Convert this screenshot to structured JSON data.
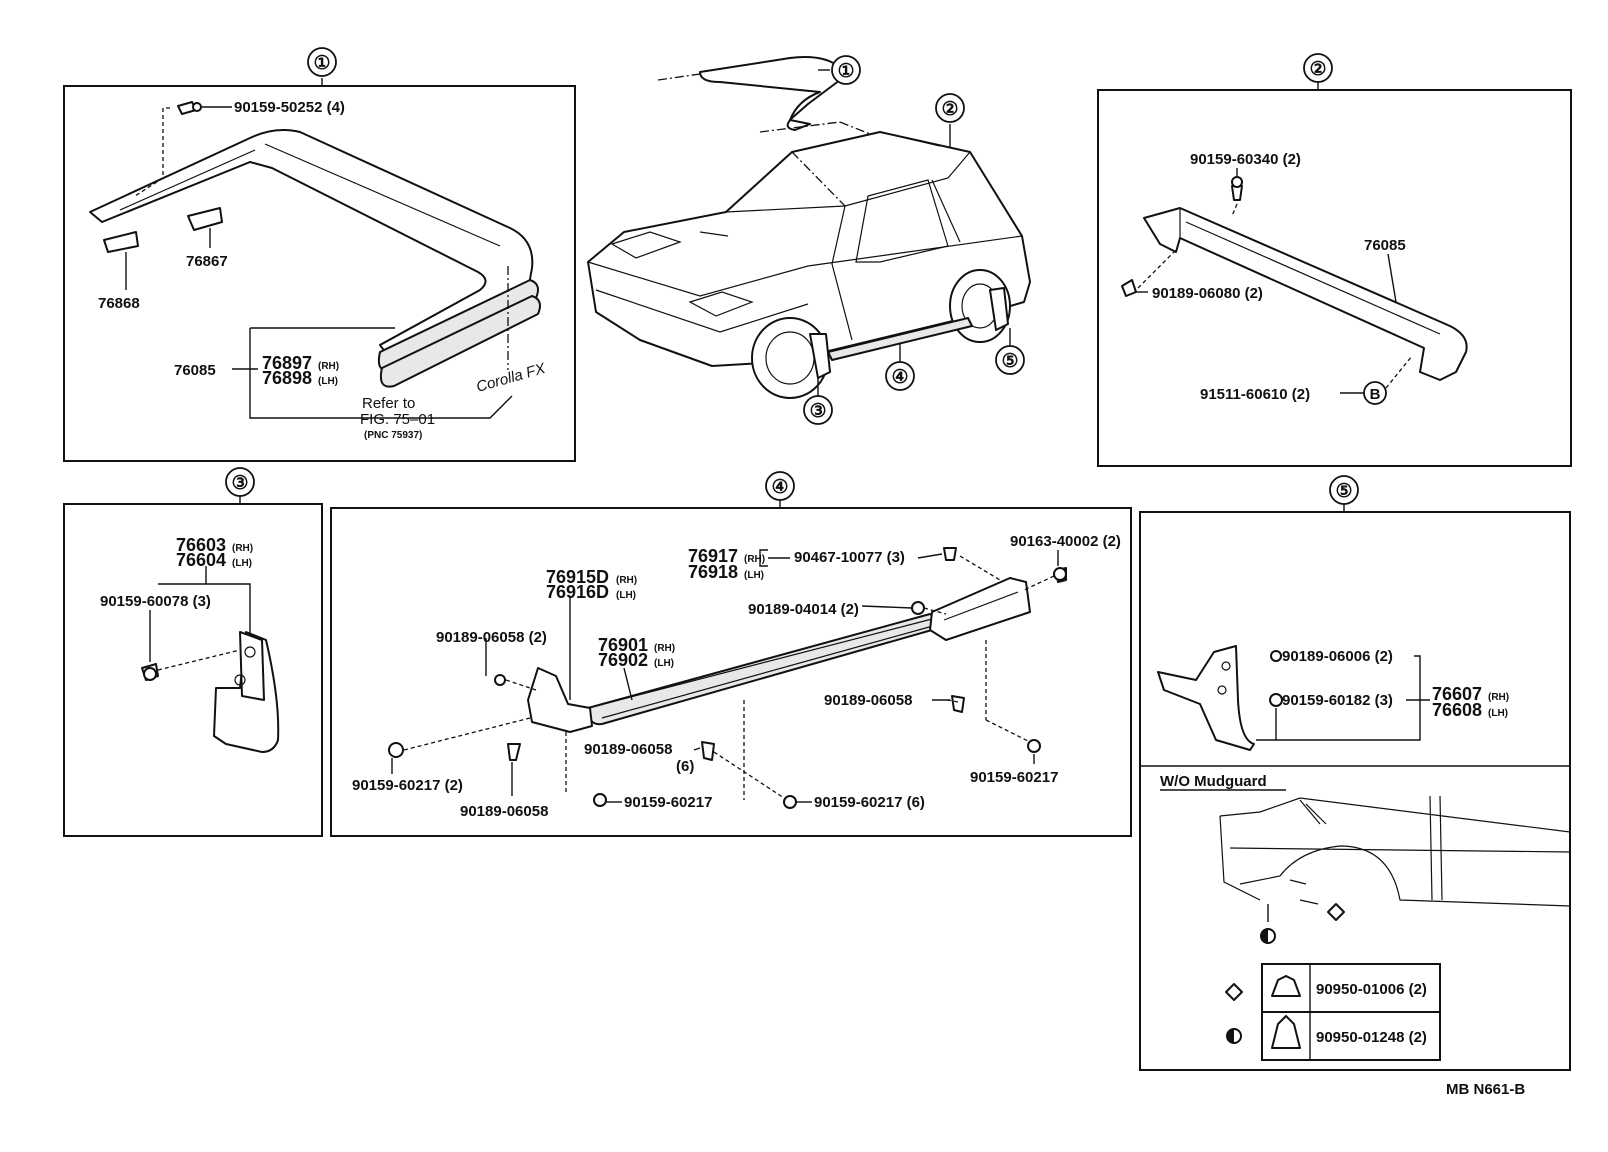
{
  "diagram": {
    "callouts": [
      "①",
      "②",
      "③",
      "④",
      "⑤"
    ],
    "b_marker": "B",
    "section1": {
      "p1": "90159-50252 (4)",
      "p2": "76867",
      "p3": "76868",
      "p4": "76085",
      "p5a": "76897",
      "p5a_side": "(RH)",
      "p5b": "76898",
      "p5b_side": "(LH)",
      "refer1": "Refer to",
      "refer2": "FIG. 75–01",
      "refer3": "(PNC 75937)",
      "emblem": "Corolla FX"
    },
    "section2": {
      "p1": "90159-60340 (2)",
      "p2": "76085",
      "p3": "90189-06080 (2)",
      "p4": "91511-60610 (2)"
    },
    "section3": {
      "p1a": "76603",
      "p1a_side": "(RH)",
      "p1b": "76604",
      "p1b_side": "(LH)",
      "p2": "90159-60078 (3)"
    },
    "section4": {
      "a1": "76917",
      "a1_side": "(RH)",
      "a2": "76918",
      "a2_side": "(LH)",
      "b": "90467-10077 (3)",
      "c": "90163-40002 (2)",
      "d1": "76915D",
      "d1_side": "(RH)",
      "d2": "76916D",
      "d2_side": "(LH)",
      "e": "90189-04014 (2)",
      "f": "90189-06058 (2)",
      "g1": "76901",
      "g1_side": "(RH)",
      "g2": "76902",
      "g2_side": "(LH)",
      "h": "90189-06058",
      "i": "90189-06058",
      "i2": "(6)",
      "j": "90159-60217 (2)",
      "k": "90159-60217",
      "l": "90159-60217 (6)",
      "m": "90189-06058",
      "n": "90159-60217"
    },
    "section5": {
      "p1": "90189-06006 (2)",
      "p2": "90159-60182 (3)",
      "p3a": "76607",
      "p3a_side": "(RH)",
      "p3b": "76608",
      "p3b_side": "(LH)",
      "subtitle": "W/O Mudguard",
      "t1": "90950-01006 (2)",
      "t2": "90950-01248 (2)"
    },
    "drawing_code": "MB N661-B"
  }
}
